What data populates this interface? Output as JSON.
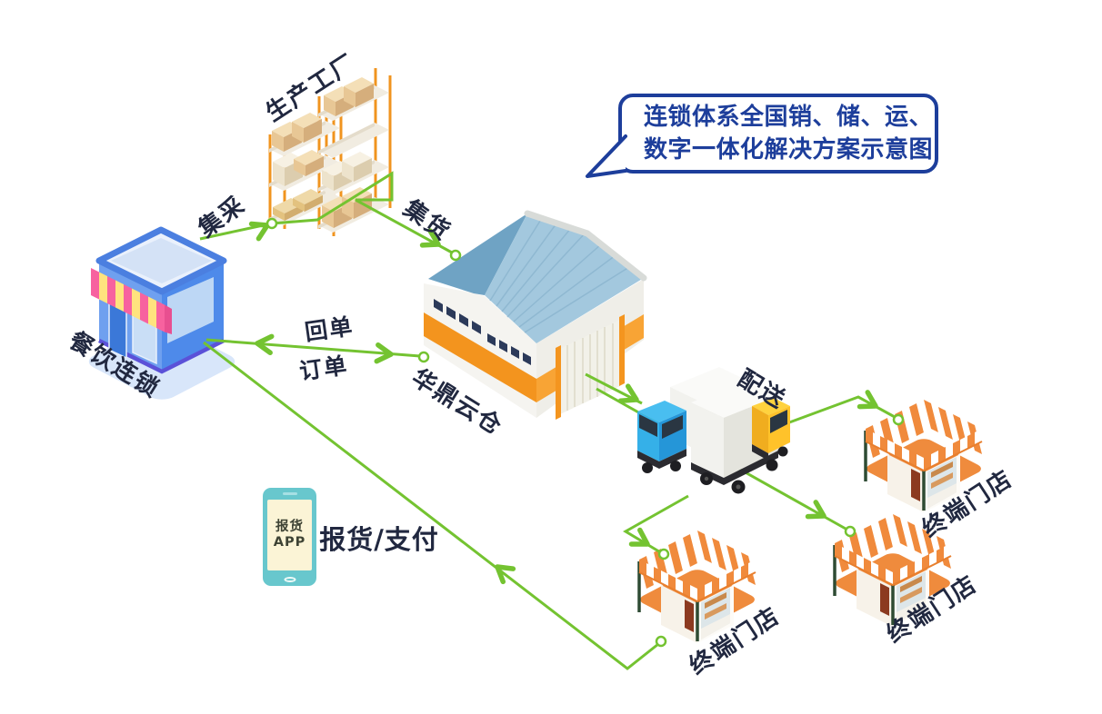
{
  "callout": {
    "line1": "连锁体系全国销、储、运、",
    "line2": "数字一体化解决方案示意图"
  },
  "nodes": {
    "factory": "生产工厂",
    "restaurant": "餐饮连锁",
    "warehouse": "华鼎云仓",
    "store_right": "终端门店",
    "store_middle": "终端门店",
    "store_bottom": "终端门店"
  },
  "flows": {
    "procurement": "集采",
    "consolidation": "集货",
    "return_receipt": "回单",
    "order": "订单",
    "delivery": "配送",
    "report_pay": "报货/支付"
  },
  "app_phone": {
    "line1": "报货",
    "line2": "APP"
  },
  "colors": {
    "connector_green": "#74C331",
    "label_text": "#212840",
    "callout_blue": "#1D3E9B",
    "warehouse_orange": "#F3941E",
    "store_orange": "#EF8B3D"
  }
}
